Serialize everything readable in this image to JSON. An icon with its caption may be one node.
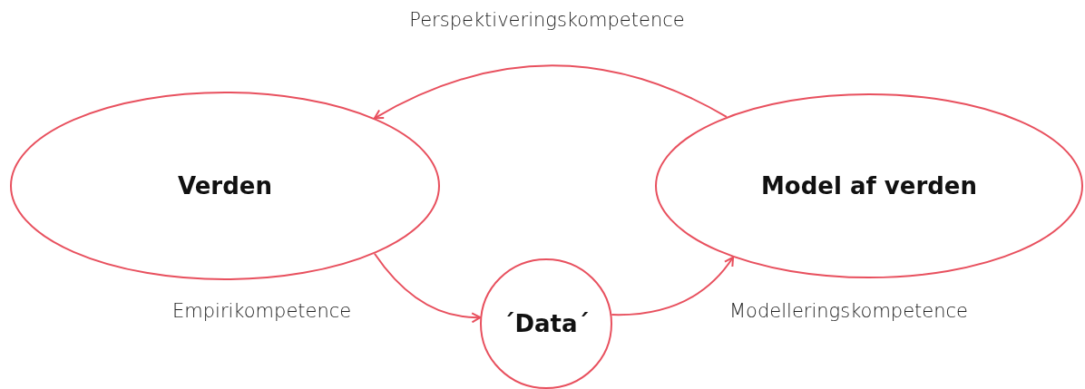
{
  "diagram": {
    "nodes": [
      {
        "text": [
          "Verden"
        ]
      },
      {
        "text": [
          "Model af verden"
        ]
      },
      {
        "text": [
          "´Data´"
        ]
      }
    ],
    "edges": [
      {
        "from": 1,
        "to": 0,
        "arrow": "to",
        "label": "Perspektiveringskompetence"
      },
      {
        "from": 0,
        "to": 2,
        "arrow": "to",
        "label": "Empirikompetence"
      },
      {
        "from": 2,
        "to": 1,
        "arrow": "to",
        "label": "Modelleringskompetence"
      }
    ]
  }
}
